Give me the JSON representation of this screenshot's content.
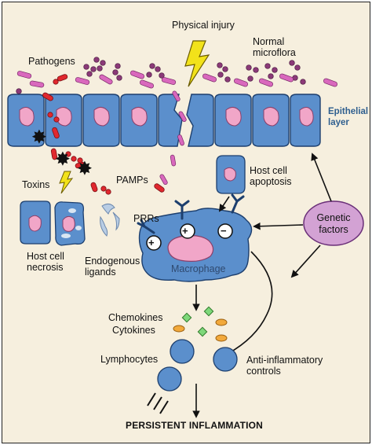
{
  "labels": {
    "physical_injury": "Physical injury",
    "pathogens": "Pathogens",
    "normal_microflora": "Normal microflora",
    "epithelial_layer": "Epithelial layer",
    "toxins": "Toxins",
    "pamps": "PAMPs",
    "host_cell_apoptosis": "Host cell apoptosis",
    "prrs": "PRRs",
    "genetic_factors": "Genetic factors",
    "host_cell_necrosis": "Host cell necrosis",
    "endogenous_ligands": "Endogenous ligands",
    "macrophage": "Macrophage",
    "chemokines": "Chemokines",
    "cytokines": "Cytokines",
    "lymphocytes": "Lymphocytes",
    "anti_inflammatory_controls": "Anti-inflammatory controls",
    "persistent_inflammation": "PERSISTENT INFLAMMATION"
  },
  "receptor_signs": {
    "left": "+",
    "middle": "+",
    "right": "−"
  },
  "colors": {
    "background": "#f6efde",
    "cell_fill": "#5b8fcc",
    "nucleus": "#f1a6c8",
    "pathogen_red": "#e0282e",
    "microflora_purple": "#8b3a78",
    "rod_pink": "#d968bd",
    "lightning": "#f2e21a",
    "genetic_factors_fill": "#d3a2d4",
    "chemokine_green": "#7ed87a",
    "cytokine_orange": "#f2a93b"
  }
}
